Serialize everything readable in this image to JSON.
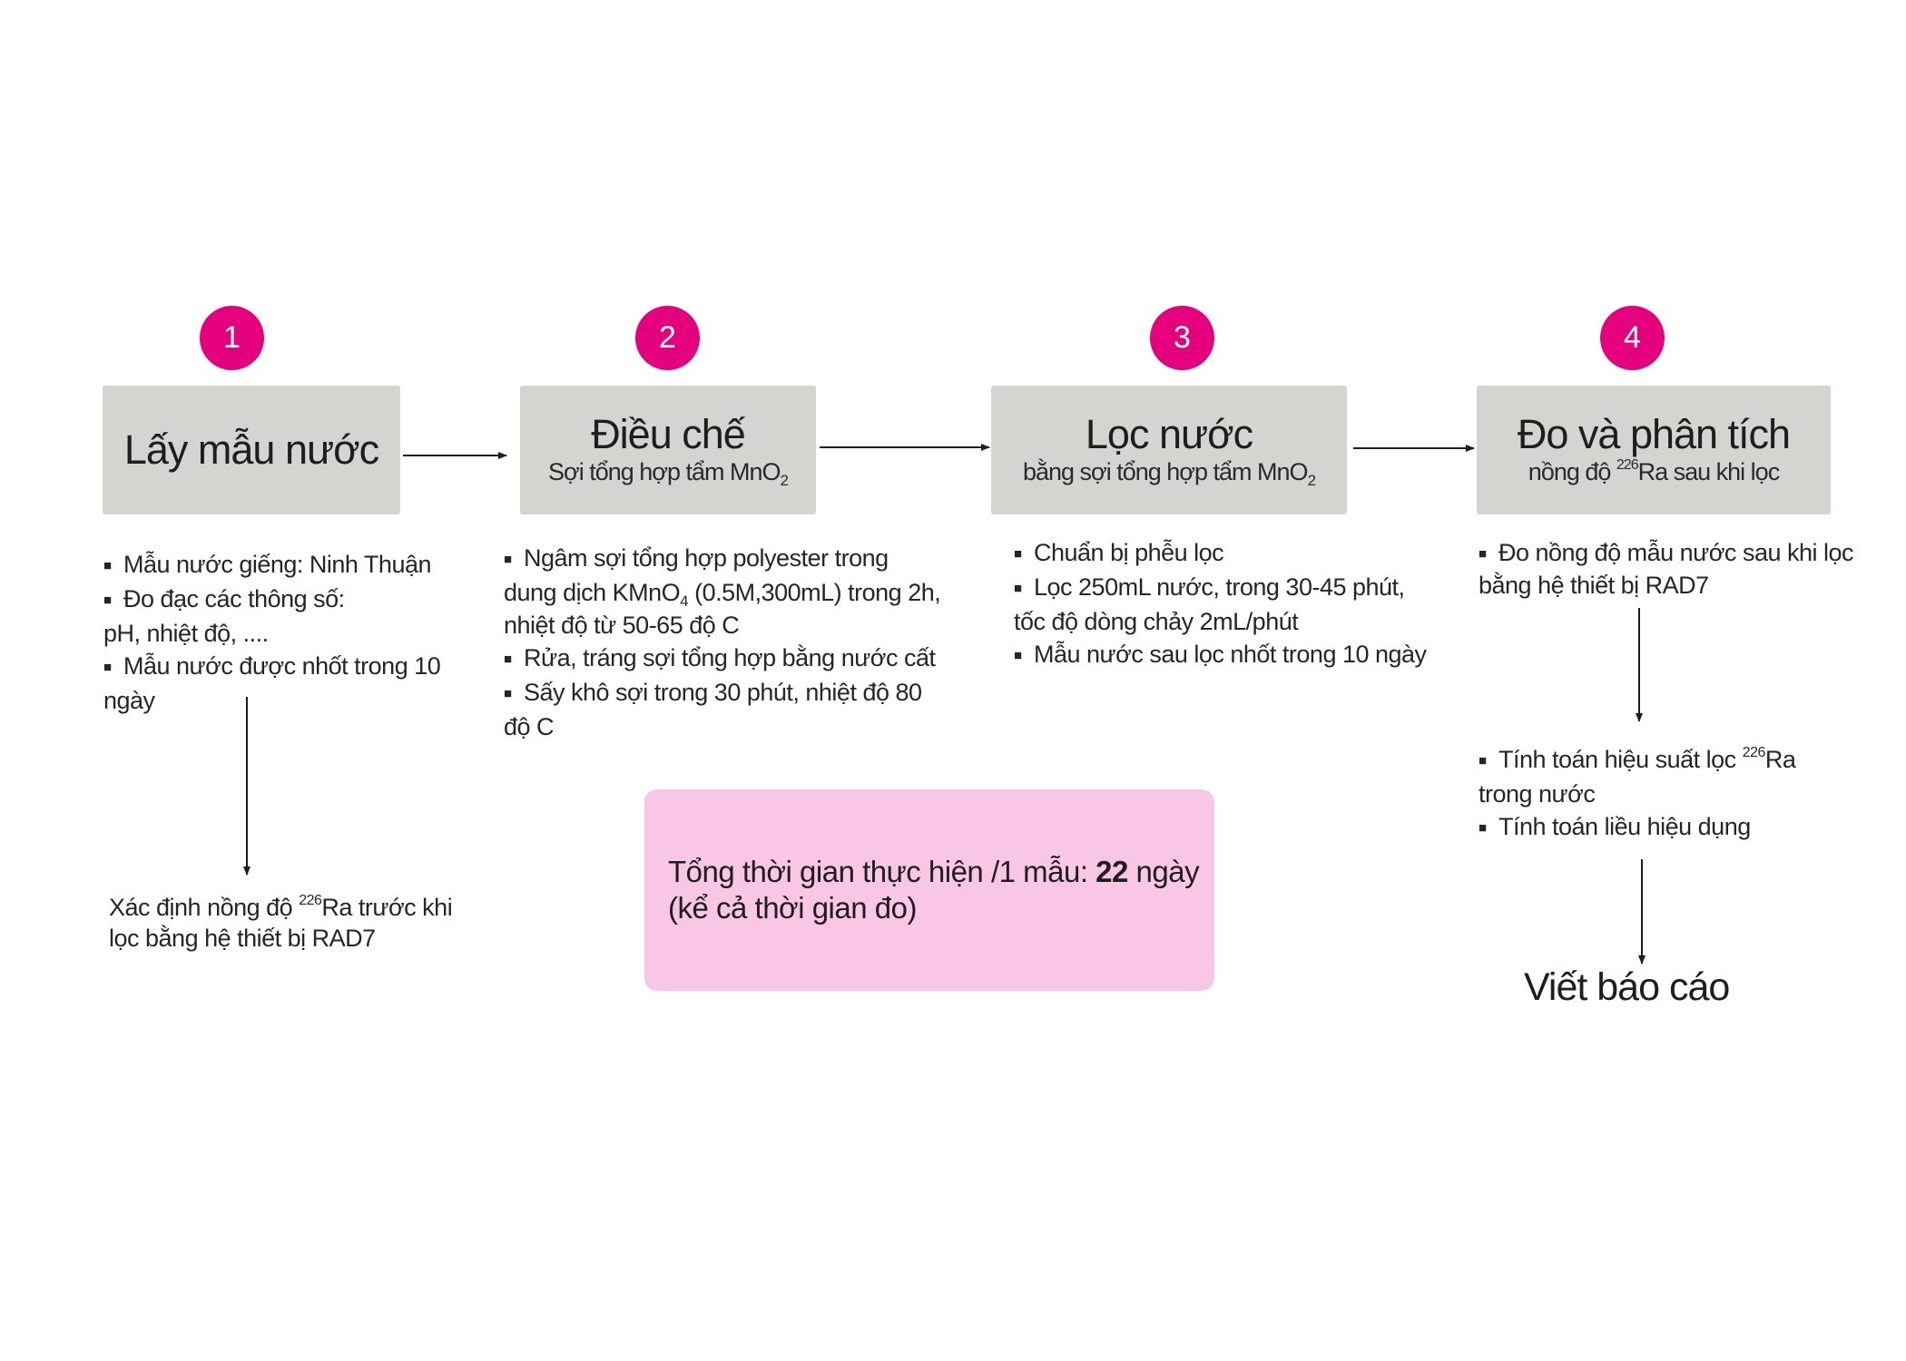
{
  "steps": [
    {
      "number": "1",
      "title": "Lấy mẫu nước",
      "details": [
        "Mẫu nước giếng: Ninh Thuận",
        "Đo đạc các thông số:",
        "pH, nhiệt độ, ....",
        "Mẫu nước được nhốt trong 10",
        "ngày"
      ],
      "result": {
        "prefix": "Xác định nồng độ ",
        "isotope": "226",
        "suffix": "Ra trước khi",
        "line2": "lọc bằng hệ thiết bị RAD7"
      }
    },
    {
      "number": "2",
      "title": "Điều chế",
      "subtitle": {
        "text": "Sợi tổng hợp tẩm MnO",
        "sub": "2"
      },
      "details": [
        "Ngâm sợi tổng hợp polyester trong",
        {
          "prefix": "dung dịch KMnO",
          "sub": "4",
          "suffix": " (0.5M,300mL) trong 2h,"
        },
        "nhiệt độ từ 50-65 độ C",
        "Rửa, tráng sợi tổng hợp bằng nước cất",
        "Sấy khô sợi trong 30 phút, nhiệt  độ 80",
        "độ C"
      ]
    },
    {
      "number": "3",
      "title": "Lọc nước",
      "subtitle": {
        "text": "bằng sợi tổng hợp tẩm MnO",
        "sub": "2"
      },
      "details": [
        "Chuẩn bị phễu lọc",
        "Lọc 250mL nước, trong 30-45 phút,",
        "tốc độ dòng chảy 2mL/phút",
        "Mẫu nước sau lọc nhốt trong 10 ngày"
      ]
    },
    {
      "number": "4",
      "title": "Đo và phân tích",
      "subtitle": {
        "prefix": "nồng độ ",
        "isotope": "226",
        "suffix": "Ra sau khi lọc"
      },
      "details": [
        "Đo nồng độ mẫu nước sau khi lọc",
        "bằng hệ thiết bị RAD7"
      ],
      "results": [
        {
          "prefix": "Tính toán hiệu suất lọc ",
          "isotope": "226",
          "suffix": "Ra"
        },
        "trong nước",
        "Tính toán liều hiệu dụng"
      ],
      "final": "Viết báo cáo"
    }
  ],
  "summary": {
    "prefix": "Tổng thời gian thực hiện /1 mẫu: ",
    "days": "22",
    "suffix": " ngày",
    "line2": "(kể cả thời gian đo)"
  },
  "colors": {
    "accent": "#e5007e",
    "box": "#d4d4d0",
    "summary_bg": "#f9c6e6"
  }
}
